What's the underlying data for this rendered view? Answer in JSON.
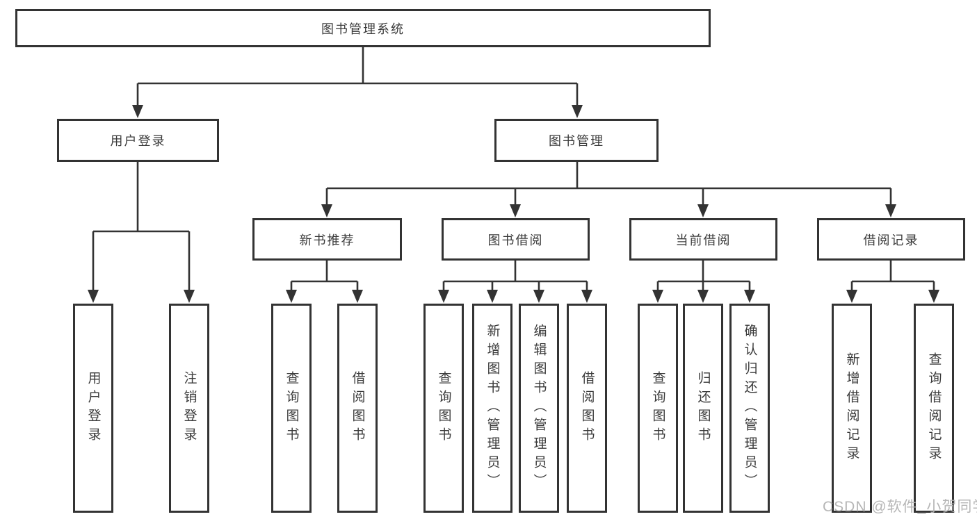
{
  "tree": {
    "root": {
      "label": "图书管理系统"
    },
    "branches": [
      {
        "label": "用户登录",
        "children": [
          {
            "label": "用户登录"
          },
          {
            "label": "注销登录"
          }
        ]
      },
      {
        "label": "图书管理",
        "children": [
          {
            "label": "新书推荐",
            "children": [
              {
                "label": "查询图书"
              },
              {
                "label": "借阅图书"
              }
            ]
          },
          {
            "label": "图书借阅",
            "children": [
              {
                "label": "查询图书"
              },
              {
                "label": "新增图书（管理员）"
              },
              {
                "label": "编辑图书（管理员）"
              },
              {
                "label": "借阅图书"
              }
            ]
          },
          {
            "label": "当前借阅",
            "children": [
              {
                "label": "查询图书"
              },
              {
                "label": "归还图书"
              },
              {
                "label": "确认归还（管理员）"
              }
            ]
          },
          {
            "label": "借阅记录",
            "children": [
              {
                "label": "新增借阅记录"
              },
              {
                "label": "查询借阅记录"
              }
            ]
          }
        ]
      }
    ]
  },
  "watermark": {
    "text": "CSDN @软件_小贺同学"
  },
  "colors": {
    "line": "#333333",
    "text": "#3a3a3a",
    "background": "#ffffff",
    "watermark": "#b2b2b2"
  }
}
